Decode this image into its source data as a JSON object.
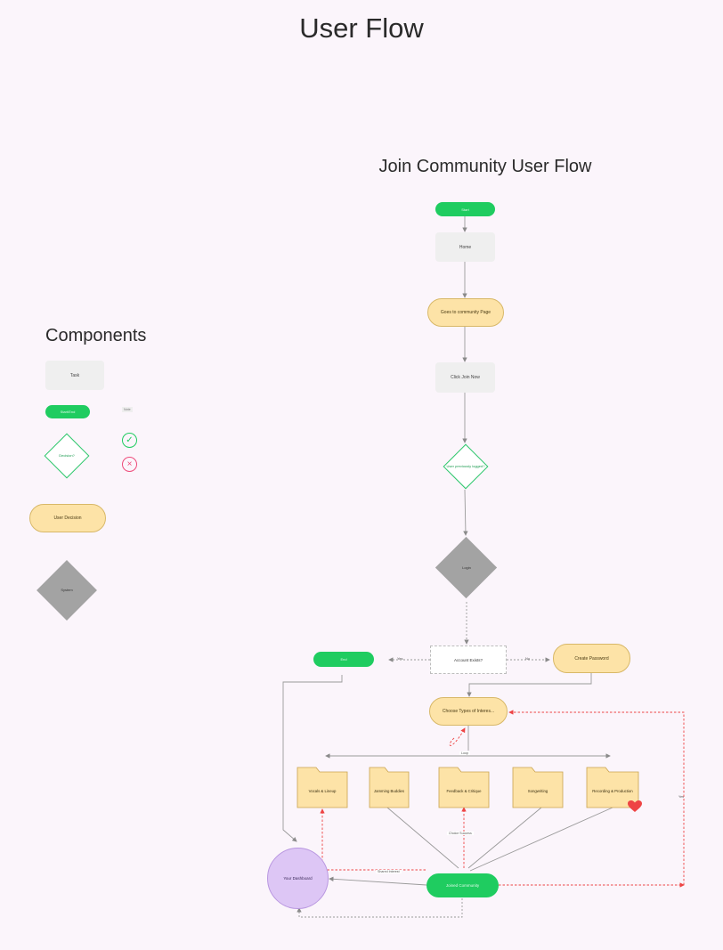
{
  "page": {
    "title": "User Flow"
  },
  "flow": {
    "title": "Join Community User Flow",
    "start": "Start",
    "step_home": "Home",
    "step_community_page": "Goes to community Page",
    "step_join": "Click Join Now",
    "decision_logged": "User previously logged?",
    "login": "Login",
    "account_check": "Account Exists?",
    "yes_label": "Yes",
    "no_label": "No",
    "end": "End",
    "create_password": "Create Password",
    "choose_types": "Choose Types of Interes...",
    "loop_label": "Loop",
    "folders": [
      "Vocals & Lineup",
      "Jamming Buddies",
      "Feedback & Critique",
      "Songwriting",
      "Recording & Production"
    ],
    "success_label": "Choice Success",
    "shared_label": "Shared Interest",
    "dashboard": "Your Dashboard",
    "joined_button": "Joined Community",
    "side_label": "Yes"
  },
  "components": {
    "title": "Components",
    "process": "Task",
    "pill": "Start/End",
    "note": "Note",
    "diamond": "Decision?",
    "decision_pill": "User Decision",
    "gray_diamond": "System"
  },
  "colors": {
    "background": "#fbf5fb",
    "green": "#1fcc60",
    "yellow": "#fde3a7",
    "gray": "#a3a3a3",
    "purple": "#ddc6f5",
    "red": "#ee4444"
  },
  "icons": {
    "check": "check-circle-icon",
    "cross": "cross-circle-icon",
    "heart": "heart-icon"
  }
}
